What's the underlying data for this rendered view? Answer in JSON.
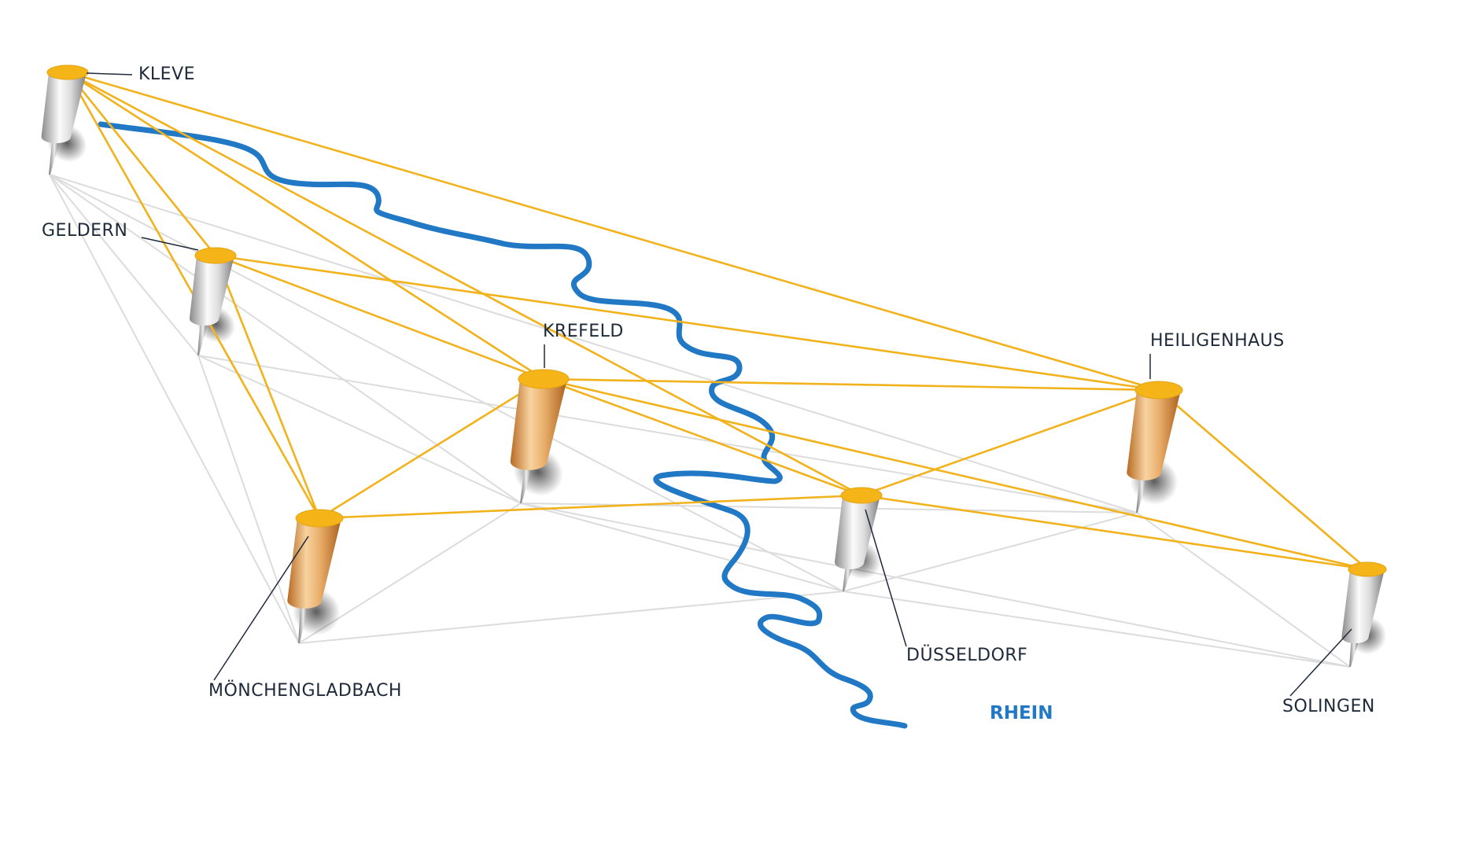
{
  "colors": {
    "connection": "#f2b21c",
    "ground_line": "#dcdcdc",
    "river": "#2178c4",
    "label": "#1e2a3a",
    "pin_gold_light": "#f7d8a8",
    "pin_gold_dark": "#c27a2e",
    "pin_silver_light": "#f6f6f6",
    "pin_silver_dark": "#8f8f8f",
    "pin_cap": "#f5b418"
  },
  "river": {
    "name": "RHEIN"
  },
  "cities": [
    {
      "id": "kleve",
      "label": "KLEVE",
      "pin": "silver"
    },
    {
      "id": "geldern",
      "label": "GELDERN",
      "pin": "silver"
    },
    {
      "id": "krefeld",
      "label": "KREFELD",
      "pin": "gold"
    },
    {
      "id": "moenchengladbach",
      "label": "MÖNCHENGLADBACH",
      "pin": "gold"
    },
    {
      "id": "duesseldorf",
      "label": "DÜSSELDORF",
      "pin": "silver"
    },
    {
      "id": "heiligenhaus",
      "label": "HEILIGENHAUS",
      "pin": "gold"
    },
    {
      "id": "solingen",
      "label": "SOLINGEN",
      "pin": "silver"
    }
  ],
  "connections": [
    [
      "kleve",
      "geldern"
    ],
    [
      "kleve",
      "krefeld"
    ],
    [
      "kleve",
      "moenchengladbach"
    ],
    [
      "kleve",
      "duesseldorf"
    ],
    [
      "kleve",
      "heiligenhaus"
    ],
    [
      "geldern",
      "krefeld"
    ],
    [
      "geldern",
      "moenchengladbach"
    ],
    [
      "geldern",
      "heiligenhaus"
    ],
    [
      "krefeld",
      "moenchengladbach"
    ],
    [
      "krefeld",
      "heiligenhaus"
    ],
    [
      "krefeld",
      "duesseldorf"
    ],
    [
      "krefeld",
      "solingen"
    ],
    [
      "moenchengladbach",
      "duesseldorf"
    ],
    [
      "duesseldorf",
      "heiligenhaus"
    ],
    [
      "duesseldorf",
      "solingen"
    ],
    [
      "heiligenhaus",
      "solingen"
    ]
  ]
}
